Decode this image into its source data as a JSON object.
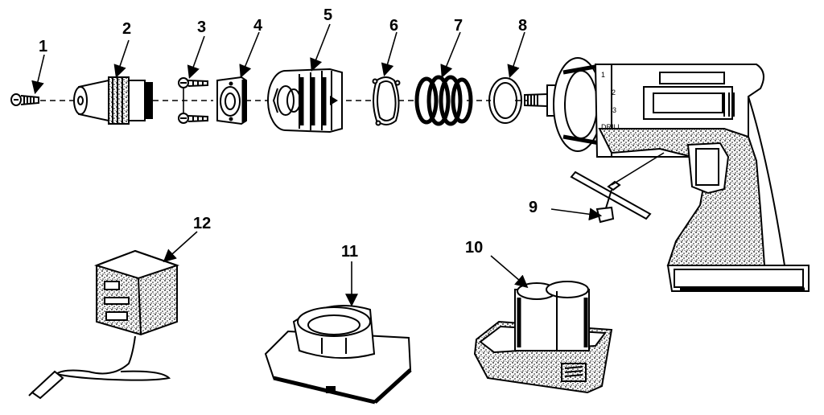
{
  "diagram": {
    "callouts": [
      {
        "id": "1",
        "label": "1"
      },
      {
        "id": "2",
        "label": "2"
      },
      {
        "id": "3",
        "label": "3"
      },
      {
        "id": "4",
        "label": "4"
      },
      {
        "id": "5",
        "label": "5"
      },
      {
        "id": "6",
        "label": "6"
      },
      {
        "id": "7",
        "label": "7"
      },
      {
        "id": "8",
        "label": "8"
      },
      {
        "id": "9",
        "label": "9"
      },
      {
        "id": "10",
        "label": "10"
      },
      {
        "id": "11",
        "label": "11"
      },
      {
        "id": "12",
        "label": "12"
      }
    ],
    "torque_marks": [
      "1",
      "2",
      "3",
      "DRILL"
    ],
    "colors": {
      "ink": "#000000",
      "paper": "#ffffff"
    }
  }
}
